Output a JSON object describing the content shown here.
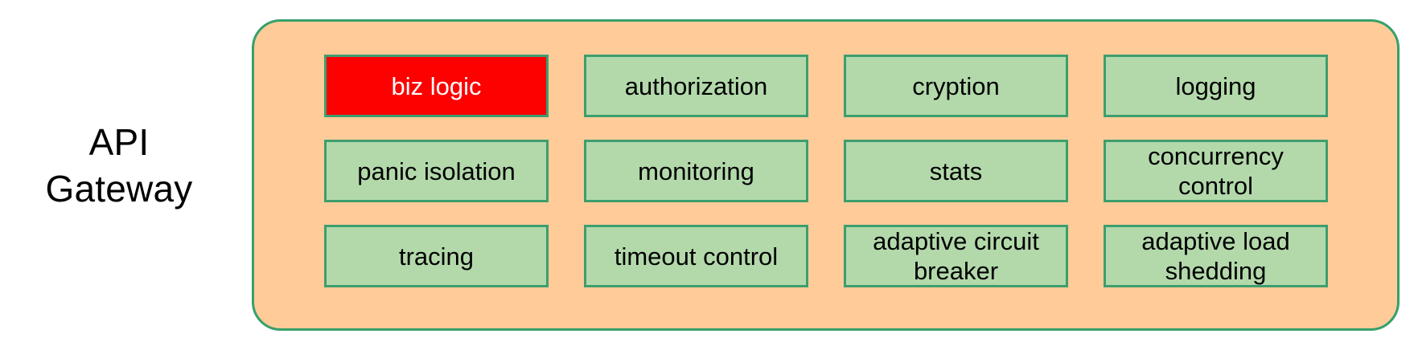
{
  "diagram": {
    "side_label": "API\nGateway",
    "container_name": "api-gateway-container",
    "colors": {
      "container_fill": "#ffcc99",
      "container_border": "#36a06a",
      "box_fill": "#b3d9ab",
      "box_border": "#3d9e6e",
      "highlight_fill": "#fd0000",
      "highlight_text": "#ffffff",
      "text": "#000000",
      "background": "#ffffff"
    },
    "grid": {
      "columns": 4,
      "rows": 3,
      "boxes": [
        {
          "label": "biz logic",
          "highlighted": true,
          "row": 1,
          "col": 1
        },
        {
          "label": "authorization",
          "highlighted": false,
          "row": 1,
          "col": 2
        },
        {
          "label": "cryption",
          "highlighted": false,
          "row": 1,
          "col": 3
        },
        {
          "label": "logging",
          "highlighted": false,
          "row": 1,
          "col": 4
        },
        {
          "label": "panic isolation",
          "highlighted": false,
          "row": 2,
          "col": 1
        },
        {
          "label": "monitoring",
          "highlighted": false,
          "row": 2,
          "col": 2
        },
        {
          "label": "stats",
          "highlighted": false,
          "row": 2,
          "col": 3
        },
        {
          "label": "concurrency\ncontrol",
          "highlighted": false,
          "row": 2,
          "col": 4
        },
        {
          "label": "tracing",
          "highlighted": false,
          "row": 3,
          "col": 1
        },
        {
          "label": "timeout control",
          "highlighted": false,
          "row": 3,
          "col": 2
        },
        {
          "label": "adaptive circuit\nbreaker",
          "highlighted": false,
          "row": 3,
          "col": 3
        },
        {
          "label": "adaptive load\nshedding",
          "highlighted": false,
          "row": 3,
          "col": 4
        }
      ]
    }
  }
}
